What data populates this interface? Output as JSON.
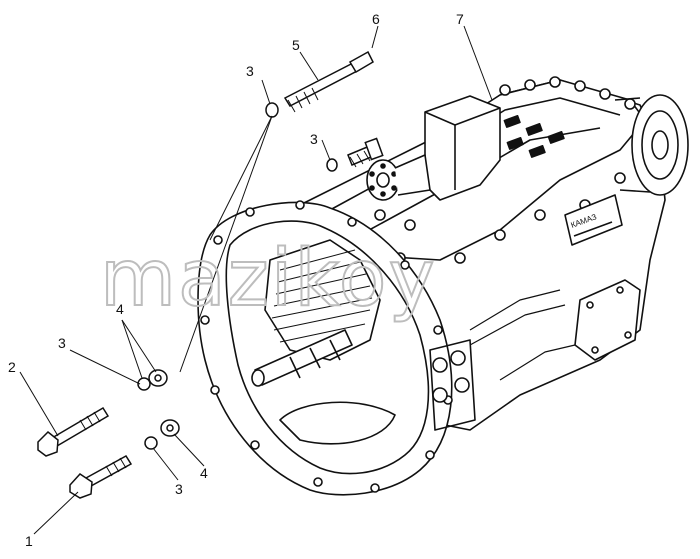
{
  "diagram": {
    "watermark": "mazikoy",
    "nameplate": "КАМАЗ",
    "callouts": {
      "c1": "1",
      "c2": "2",
      "c3a": "3",
      "c3b": "3",
      "c3c": "3",
      "c3d": "3",
      "c4a": "4",
      "c4b": "4",
      "c5": "5",
      "c6": "6",
      "c7": "7"
    }
  }
}
